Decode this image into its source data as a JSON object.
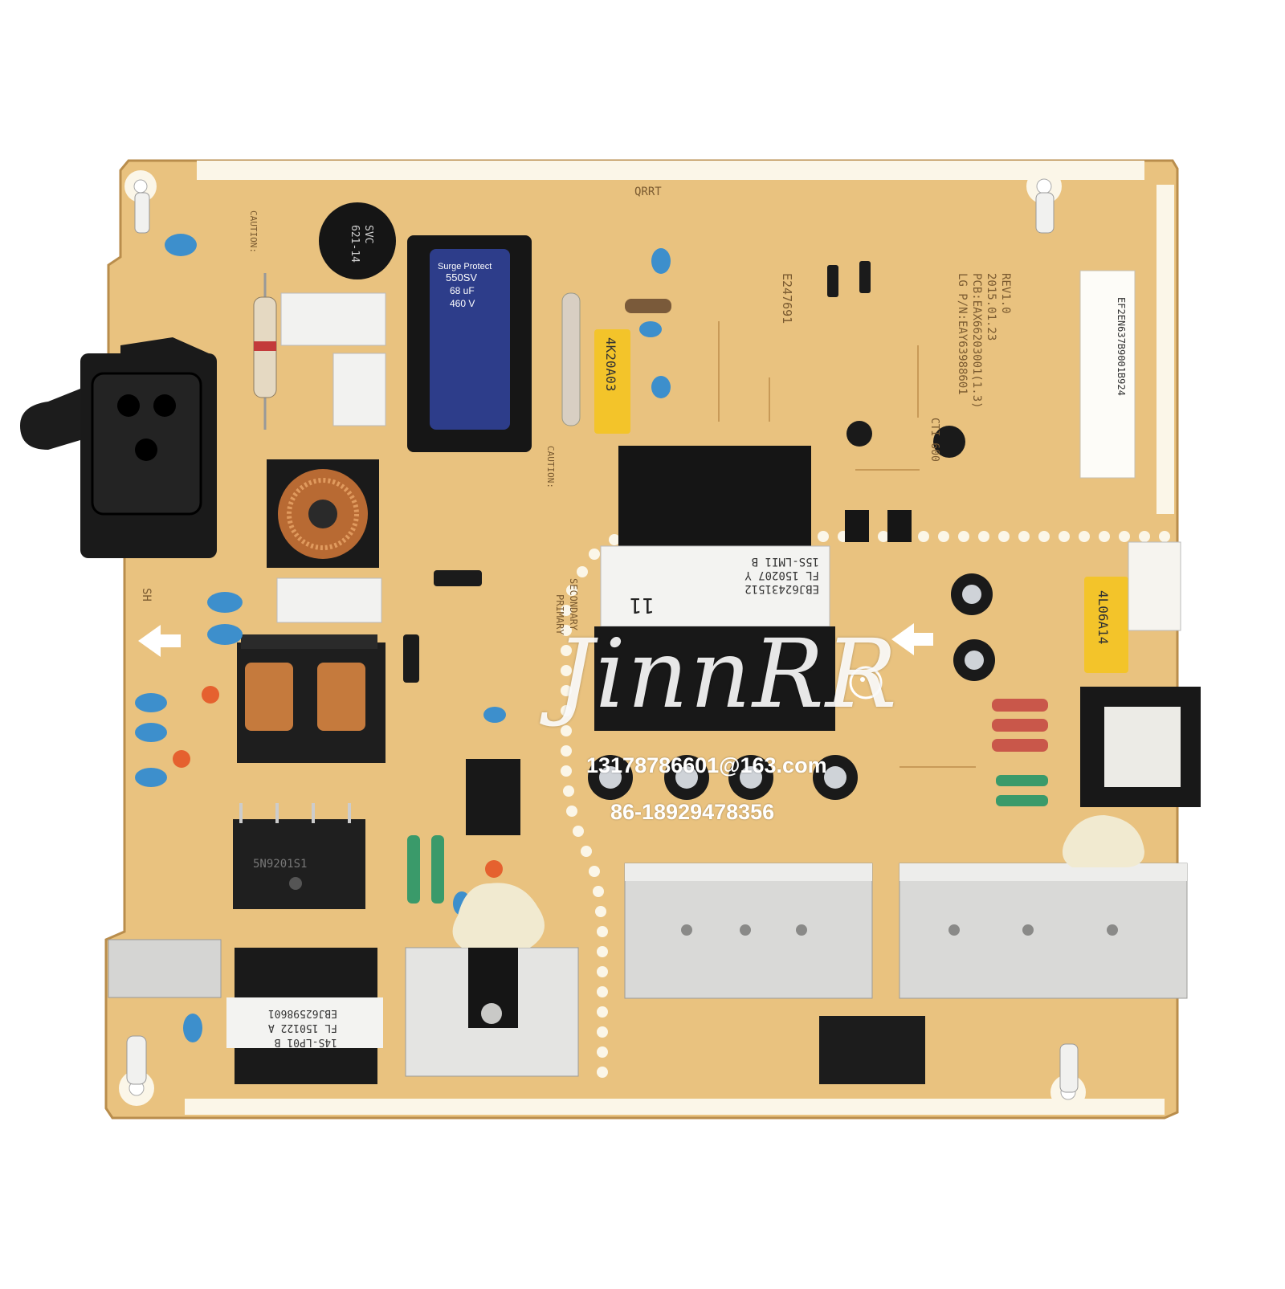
{
  "watermark": {
    "title": "JinnRR",
    "email": "13178786601@163.com",
    "phone": "86-18929478356"
  },
  "board": {
    "rev": "REV1.0",
    "date": "2015.01.23",
    "pcb": "PCB:EAX66203001(1.3)",
    "lg_pn": "LG P/N:EAY63988601",
    "serial": "EF2EN637B9001B924",
    "ul_file": "E247691",
    "rating": "CTI 600",
    "transformer_main": {
      "line1": "15S-LMI1 B",
      "line2": "FL 150207 Y",
      "line3": "EBJ62431512",
      "mark": "11"
    },
    "transformer_standby": {
      "line1": "14S-LP01 B",
      "line2": "FL 150122 A",
      "line3": "EBJ62598601"
    },
    "bridge": "5N9201S1",
    "cap_main": {
      "brand": "Surge Protect",
      "series": "550SV",
      "capacitance": "68 uF",
      "voltage": "460 V"
    },
    "varistor": [
      "SVC",
      "621-14"
    ],
    "cap_yellow_1": "4K20A03",
    "cap_yellow_2": "4L06A14",
    "header_letters": "QRRT",
    "labels": {
      "primary": "PRIMARY",
      "secondary": "SECONDARY",
      "sh": "SH",
      "caution_primary": "CAUTION:",
      "caution_secondary": "CAUTION:"
    }
  },
  "colors": {
    "pcb": "#e9c27f",
    "pcb_dark": "#d9a85c",
    "silkscreen": "#fbf6e8",
    "heatsink": "#d8d8d6",
    "capacitor_blue": "#2d3d8a",
    "ceramic_blue": "#3d8fcc",
    "copper": "#c8773c"
  }
}
